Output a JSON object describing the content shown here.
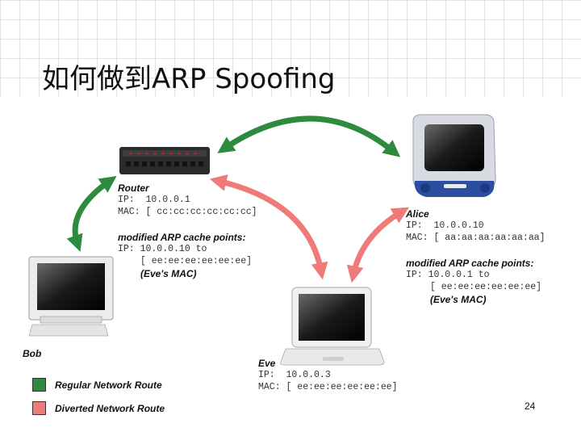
{
  "slide": {
    "title": "如何做到ARP Spoofing",
    "page_number": "24"
  },
  "router": {
    "name": "Router",
    "ip": "IP:  10.0.0.1",
    "mac": "MAC: [ cc:cc:cc:cc:cc:cc]",
    "cache_title": "modified ARP cache points:",
    "cache_ip": "IP: 10.0.0.10 to",
    "cache_mac": "[ ee:ee:ee:ee:ee:ee]",
    "cache_note": "(Eve's MAC)"
  },
  "alice": {
    "name": "Alice",
    "ip": "IP:  10.0.0.10",
    "mac": "MAC: [ aa:aa:aa:aa:aa:aa]",
    "cache_title": "modified ARP cache points:",
    "cache_ip": "IP: 10.0.0.1 to",
    "cache_mac": "[ ee:ee:ee:ee:ee:ee]",
    "cache_note": "(Eve's MAC)"
  },
  "bob": {
    "name": "Bob"
  },
  "eve": {
    "name": "Eve",
    "ip": "IP:  10.0.0.3",
    "mac": "MAC: [ ee:ee:ee:ee:ee:ee]"
  },
  "legend": {
    "regular": {
      "label": "Regular Network Route",
      "color": "#2e8b3e"
    },
    "diverted": {
      "label": "Diverted Network Route",
      "color": "#f07a7a"
    }
  }
}
